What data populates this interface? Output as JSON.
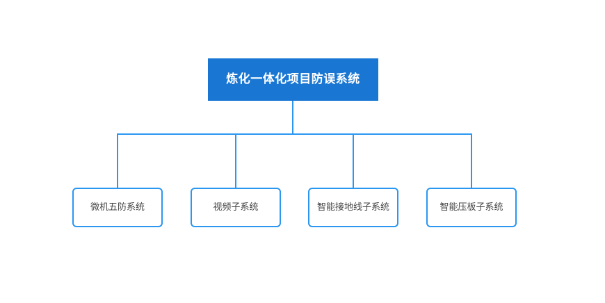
{
  "diagram": {
    "root": {
      "label": "炼化一体化项目防误系统"
    },
    "children": [
      {
        "label": "微机五防系统"
      },
      {
        "label": "视频子系统"
      },
      {
        "label": "智能接地线子系统"
      },
      {
        "label": "智能压板子系统"
      }
    ],
    "colors": {
      "background": "#ffffff",
      "root_fill": "#1976d2",
      "root_text": "#ffffff",
      "node_fill": "#ffffff",
      "node_border": "#2b97f1",
      "node_text": "#444444",
      "connector": "#2b97f1"
    }
  }
}
